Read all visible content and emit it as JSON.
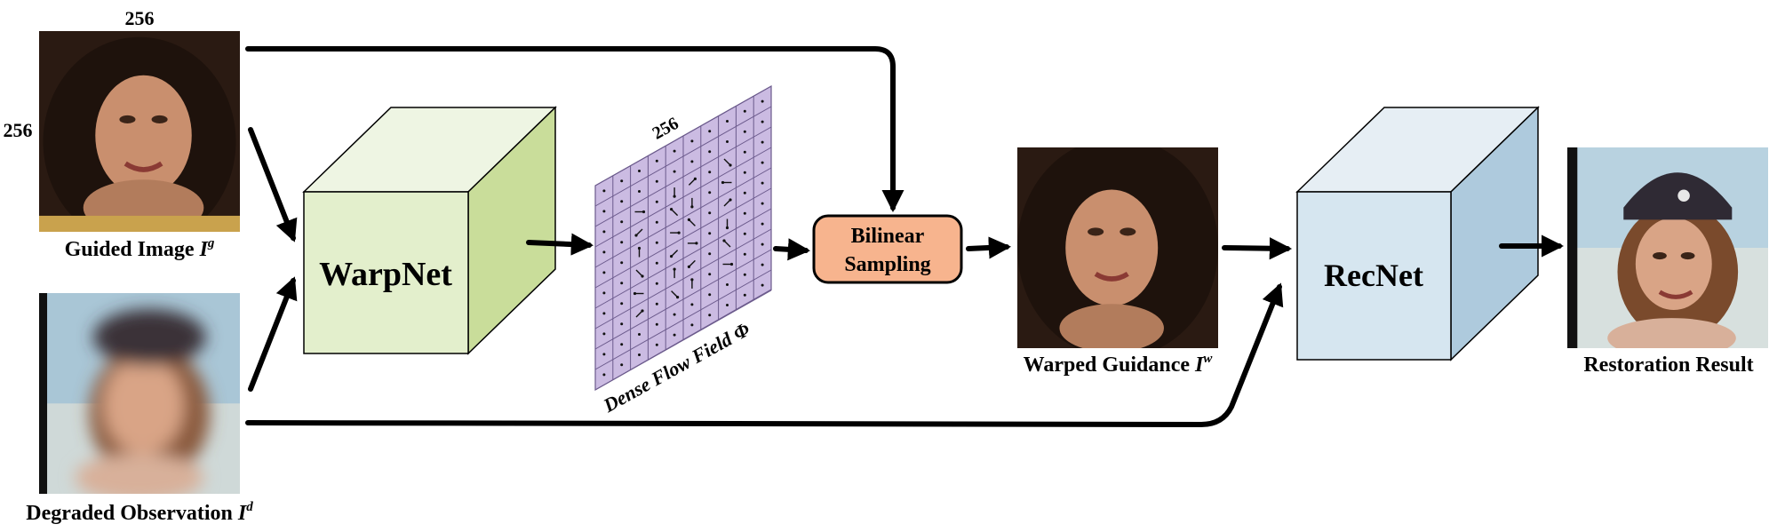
{
  "inputs": {
    "guided": {
      "label": "Guided Image ",
      "symbol": "I",
      "sup": "g",
      "width_label": "256",
      "height_label": "256"
    },
    "degraded": {
      "label": "Degraded Observation ",
      "symbol": "I",
      "sup": "d"
    }
  },
  "warpnet": {
    "label": "WarpNet"
  },
  "flow_field": {
    "label": "Dense Flow Field ",
    "symbol": "Φ",
    "size_label": "256"
  },
  "bilinear": {
    "line1": "Bilinear",
    "line2": "Sampling"
  },
  "warped": {
    "label": "Warped Guidance ",
    "symbol": "I",
    "sup": "w"
  },
  "recnet": {
    "label": "RecNet"
  },
  "result": {
    "label": "Restoration Result"
  },
  "colors": {
    "warpnet_front": "#e3efcc",
    "warpnet_top": "#eef5e3",
    "warpnet_side": "#c9dd9a",
    "recnet_front": "#d6e6f0",
    "recnet_top": "#e6eef4",
    "recnet_side": "#aecadd",
    "flow_grid": "#cbbbe2",
    "bilinear_fill": "#f7b48e",
    "arrow": "#000000"
  }
}
